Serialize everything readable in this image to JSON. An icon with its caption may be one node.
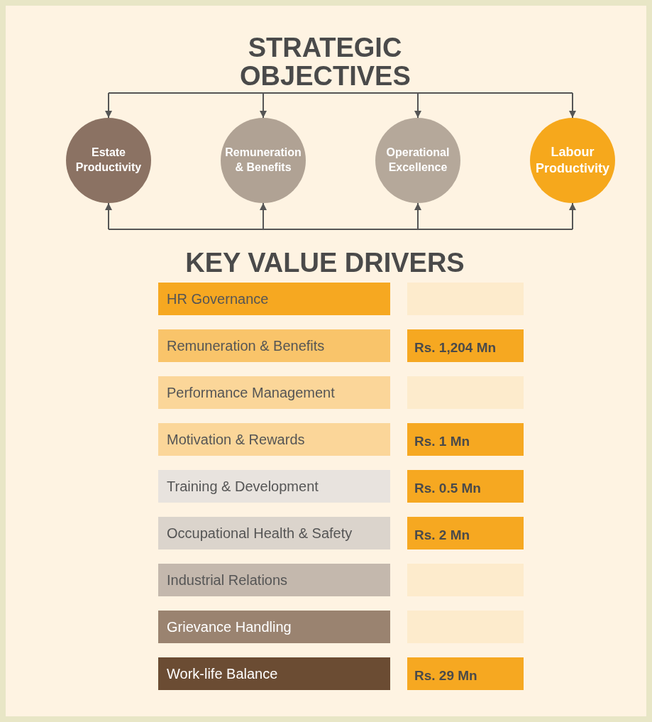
{
  "diagram": {
    "title": "STRATEGIC OBJECTIVES",
    "nodes": [
      {
        "text": [
          "Estate Productivity"
        ]
      },
      {
        "text": [
          "Remuneration & Benefits"
        ]
      },
      {
        "text": [
          "Operational Excellence"
        ]
      },
      {
        "text": [
          "Labour Productivity"
        ]
      },
      {
        "text": [
          "HR Governance"
        ]
      },
      {
        "text": [],
        "shape": "box"
      },
      {
        "text": [
          "Remuneration & Benefits"
        ]
      },
      {
        "text": [
          "Rs. 1,204 Mn"
        ]
      },
      {
        "text": [
          "Performance Management"
        ]
      },
      {
        "text": [],
        "shape": "box"
      },
      {
        "text": [
          "Motivation & Rewards"
        ]
      },
      {
        "text": [
          "Rs. 1 Mn"
        ]
      },
      {
        "text": [
          "Training & Development"
        ]
      },
      {
        "text": [
          "Rs. 0.5 Mn"
        ]
      },
      {
        "text": [
          "Occupational Health & Safety"
        ]
      },
      {
        "text": [
          "Rs. 2 Mn"
        ]
      },
      {
        "text": [
          "Industrial Relations"
        ]
      },
      {
        "text": [],
        "shape": "box"
      },
      {
        "text": [
          "Grievance Handling"
        ]
      },
      {
        "text": [],
        "shape": "box"
      },
      {
        "text": [
          "Work-life Balance"
        ]
      },
      {
        "text": [
          "Rs. 29 Mn"
        ]
      }
    ],
    "edges": [
      {
        "from": null,
        "to": 0,
        "arrow": "to"
      },
      {
        "from": null,
        "to": 1,
        "arrow": "to"
      },
      {
        "from": null,
        "to": 2,
        "arrow": "to"
      },
      {
        "from": null,
        "to": 3,
        "arrow": "to"
      },
      {
        "from": null,
        "to": 0,
        "arrow": "to"
      },
      {
        "from": null,
        "to": 1,
        "arrow": "to"
      },
      {
        "from": null,
        "to": 2,
        "arrow": "to"
      },
      {
        "from": null,
        "to": 3,
        "arrow": "to"
      }
    ],
    "labels": [
      "KEY VALUE DRIVERS"
    ]
  }
}
